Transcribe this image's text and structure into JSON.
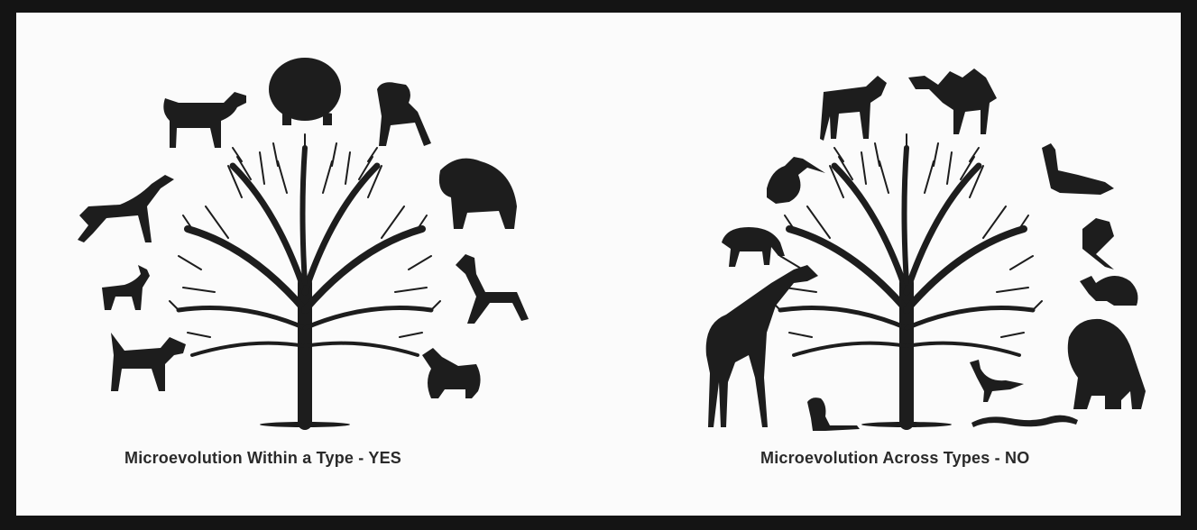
{
  "panels": [
    {
      "caption": "Microevolution Within a Type - YES",
      "animals": [
        "basset-hound",
        "pomeranian",
        "pug",
        "greyhound",
        "newfoundland",
        "chihuahua",
        "great-dane",
        "beagle",
        "papillon"
      ]
    },
    {
      "caption": "Microevolution Across Types - NO",
      "animals": [
        "zebra",
        "camel",
        "pelican",
        "llama",
        "tapir",
        "parrot",
        "tortoise",
        "giraffe",
        "gorilla",
        "turkey",
        "monkey",
        "snake"
      ]
    }
  ],
  "colors": {
    "ink": "#1d1d1d",
    "frame": "#141414",
    "paper": "#fbfbfb"
  }
}
